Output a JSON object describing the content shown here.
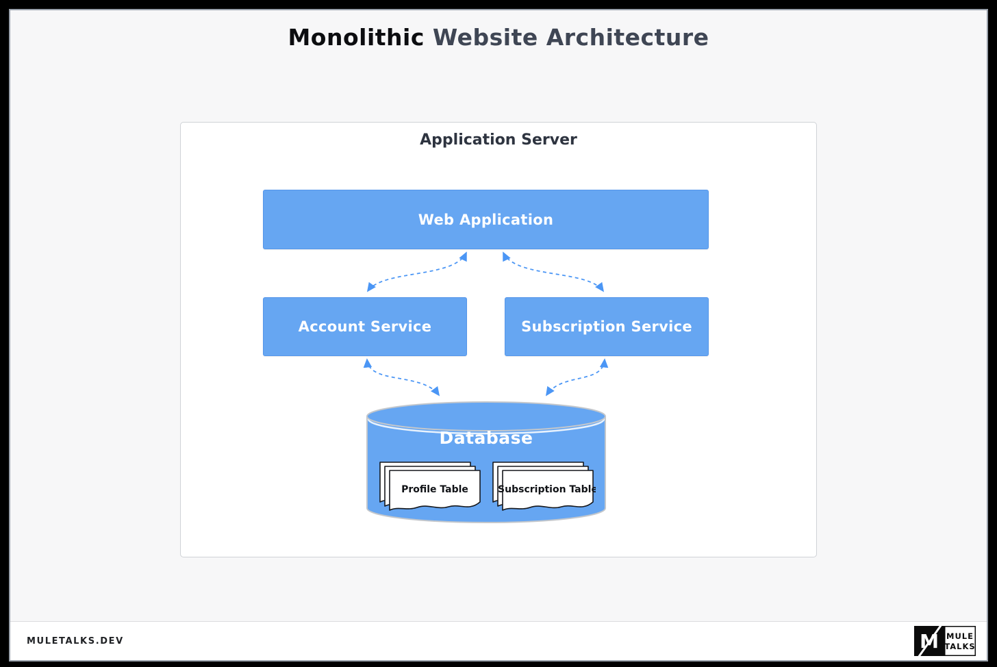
{
  "title": {
    "part1": "Monolithic",
    "part2": " Website Architecture"
  },
  "diagram": {
    "container_label": "Application Server",
    "nodes": {
      "web_application": {
        "label": "Web Application"
      },
      "account_service": {
        "label": "Account Service"
      },
      "subscription_service": {
        "label": "Subscription Service"
      },
      "database": {
        "label": "Database",
        "tables": [
          {
            "label": "Profile Table"
          },
          {
            "label": "Subscription Table"
          }
        ]
      }
    },
    "connections": [
      {
        "from": "web_application",
        "to": "account_service",
        "style": "dashed-bidirectional"
      },
      {
        "from": "web_application",
        "to": "subscription_service",
        "style": "dashed-bidirectional"
      },
      {
        "from": "account_service",
        "to": "database",
        "style": "dashed-bidirectional"
      },
      {
        "from": "subscription_service",
        "to": "database",
        "style": "dashed-bidirectional"
      }
    ]
  },
  "footer": {
    "site": "MULETALKS.DEV",
    "logo": {
      "monogram": "M",
      "line1": "MULE",
      "line2": "TALKS"
    }
  },
  "colors": {
    "node_fill": "#66a6f2",
    "node_border": "#5596ea",
    "arrow": "#4b96f5",
    "background": "#f7f7f8",
    "container_bg": "#ffffff",
    "title_primary": "#0c0d10",
    "title_secondary": "#3f4654",
    "frame": "#000000"
  }
}
